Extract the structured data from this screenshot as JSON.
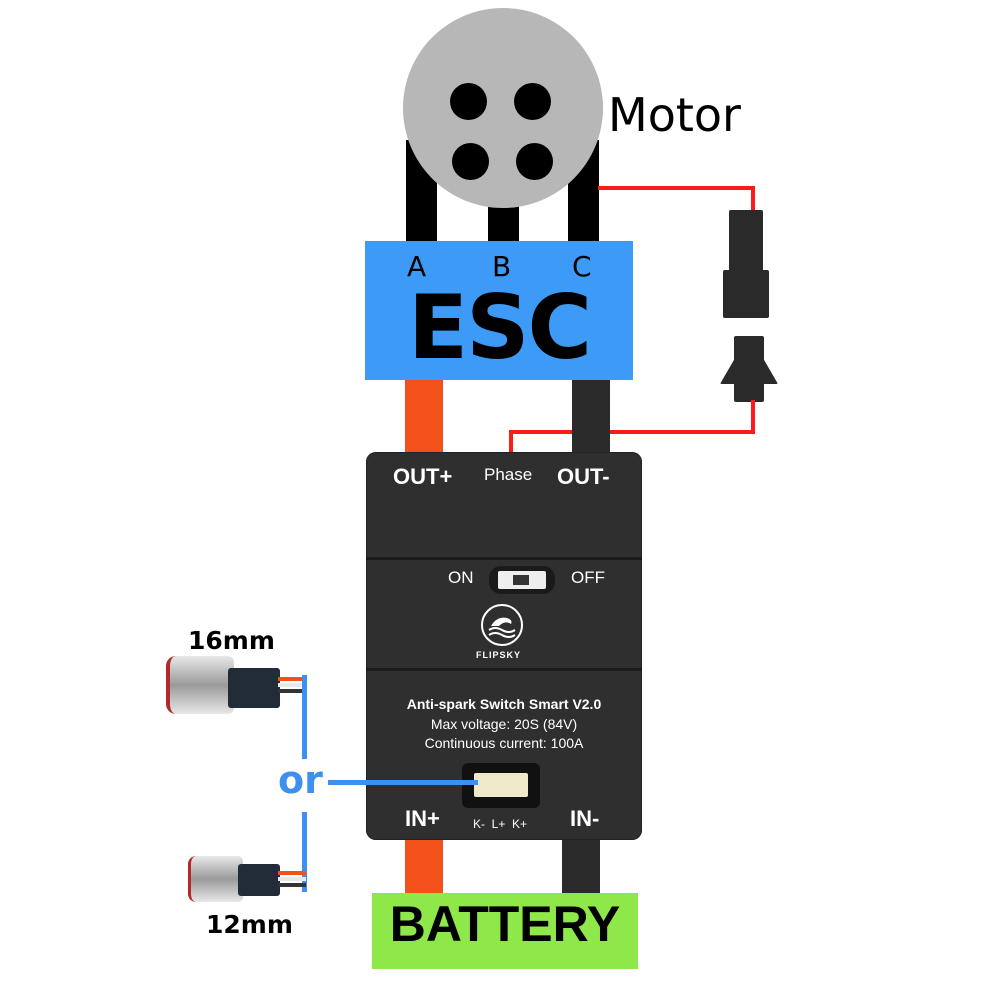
{
  "motor": {
    "label": "Motor"
  },
  "esc": {
    "label": "ESC",
    "phases": [
      "A",
      "B",
      "C"
    ]
  },
  "switch_module": {
    "out_plus": "OUT+",
    "phase": "Phase",
    "out_minus": "OUT-",
    "on": "ON",
    "off": "OFF",
    "brand": "FLIPSKY",
    "title": "Anti-spark Switch Smart V2.0",
    "max_voltage": "Max voltage: 20S (84V)",
    "continuous_current": "Continuous current: 100A",
    "in_plus": "IN+",
    "in_minus": "IN-",
    "port_pins": "K-  L+  K+"
  },
  "buttons": {
    "option_a": "16mm",
    "option_b": "12mm",
    "or": "or"
  },
  "battery": {
    "label": "BATTERY"
  },
  "colors": {
    "esc": "#3d9af6",
    "battery": "#8fe84a",
    "signal_wire": "#ff1a1a",
    "connector_line": "#3d8ff0",
    "motor": "#b7b7b7"
  }
}
